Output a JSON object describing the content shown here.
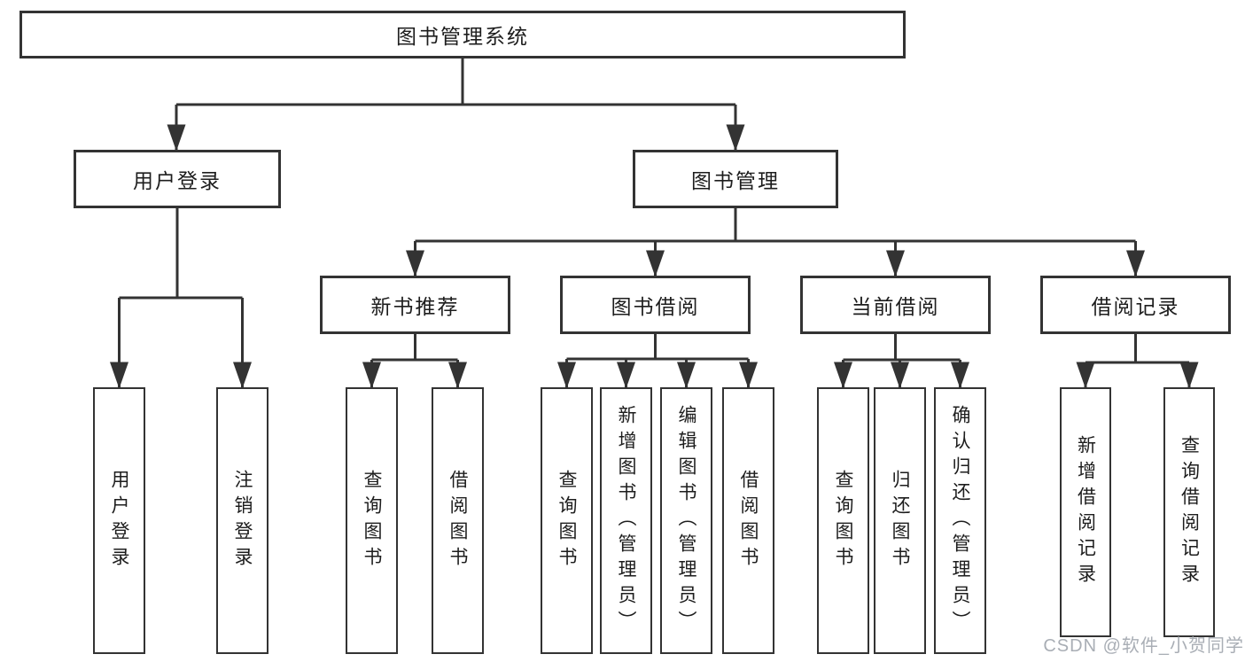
{
  "diagram": {
    "root": {
      "label": "图书管理系统"
    },
    "branches": [
      {
        "label": "用户登录",
        "children": [
          {
            "label": "用户登录"
          },
          {
            "label": "注销登录"
          }
        ]
      },
      {
        "label": "图书管理",
        "children": [
          {
            "label": "新书推荐",
            "children": [
              {
                "label": "查询图书"
              },
              {
                "label": "借阅图书"
              }
            ]
          },
          {
            "label": "图书借阅",
            "children": [
              {
                "label": "查询图书"
              },
              {
                "label": "新增图书（管理员）"
              },
              {
                "label": "编辑图书（管理员）"
              },
              {
                "label": "借阅图书"
              }
            ]
          },
          {
            "label": "当前借阅",
            "children": [
              {
                "label": "查询图书"
              },
              {
                "label": "归还图书"
              },
              {
                "label": "确认归还（管理员）"
              }
            ]
          },
          {
            "label": "借阅记录",
            "children": [
              {
                "label": "新增借阅记录"
              },
              {
                "label": "查询借阅记录"
              }
            ]
          }
        ]
      }
    ]
  },
  "watermark": {
    "text": "CSDN @软件_小贺同学"
  },
  "colors": {
    "line": "#333333",
    "text": "#1d1d1d",
    "watermark": "#a9aeb5",
    "background": "#ffffff"
  }
}
